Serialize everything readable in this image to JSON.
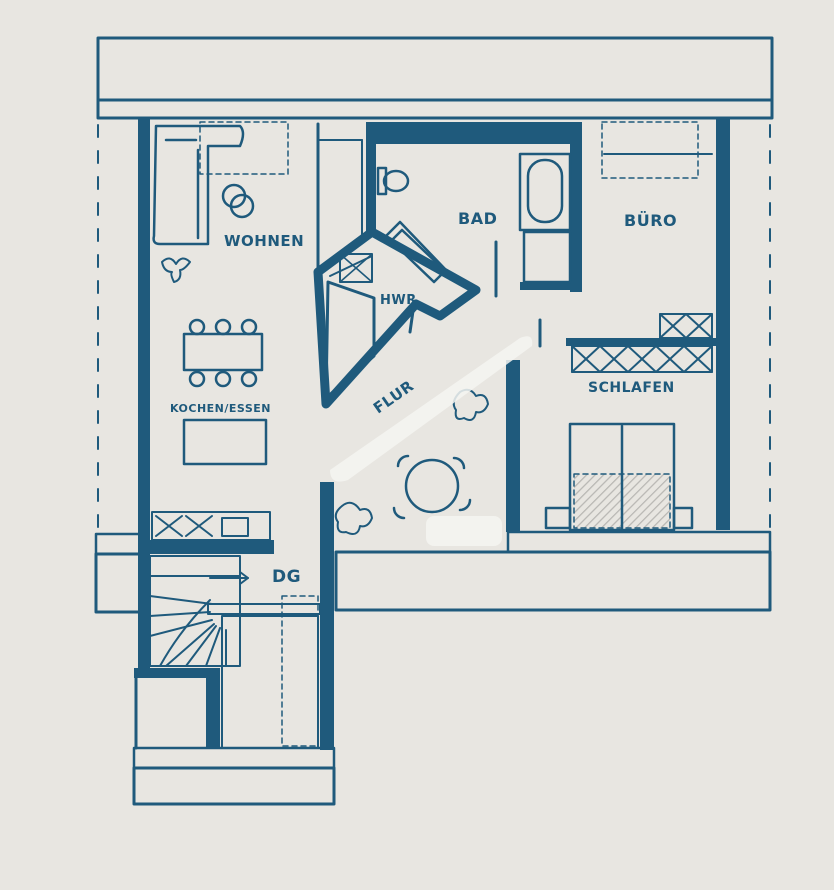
{
  "floor_label": "DG",
  "rooms": {
    "wohnen": "WOHNEN",
    "kochen_essen": "KOCHEN/ESSEN",
    "bad": "BAD",
    "buero": "BÜRO",
    "hwr": "HWR",
    "flur": "FLUR",
    "schlafen": "SCHLAFEN"
  },
  "colors": {
    "ink": "#1f5a7c",
    "paper": "#e8e6e1",
    "hatch": "#c9c8c4"
  }
}
